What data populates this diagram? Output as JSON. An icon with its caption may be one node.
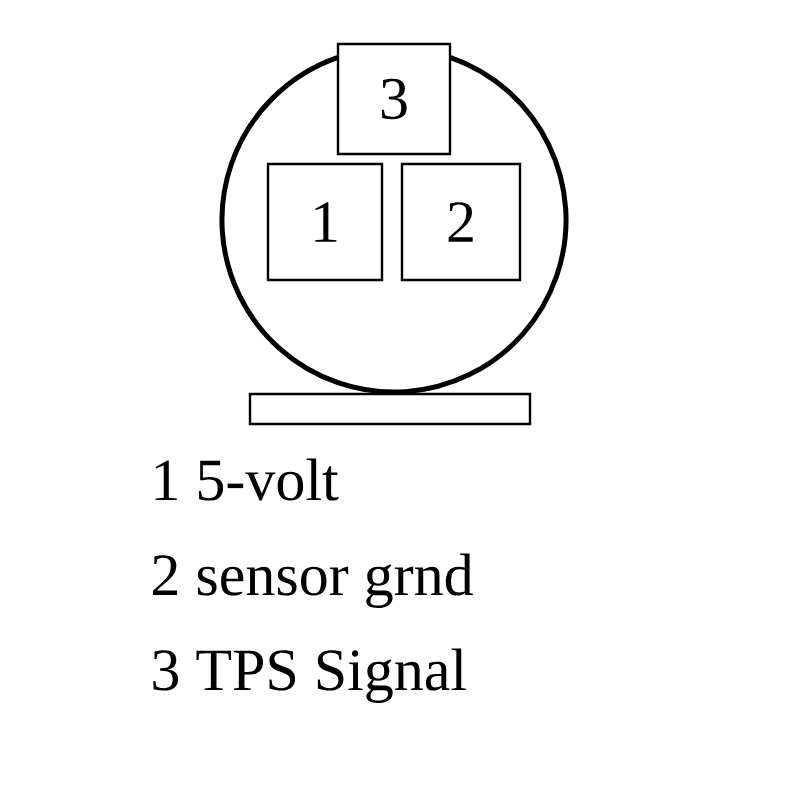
{
  "diagram": {
    "nodes": [
      {
        "text": [],
        "shape": "circle"
      },
      {
        "text": [
          "3"
        ]
      },
      {
        "text": [
          "1"
        ],
        "in": 0
      },
      {
        "text": [
          "2"
        ],
        "in": 0
      },
      {
        "text": [],
        "shape": "bar"
      }
    ],
    "labels": [
      "1 5-volt",
      "2 sensor grnd",
      "3 TPS Signal"
    ]
  }
}
